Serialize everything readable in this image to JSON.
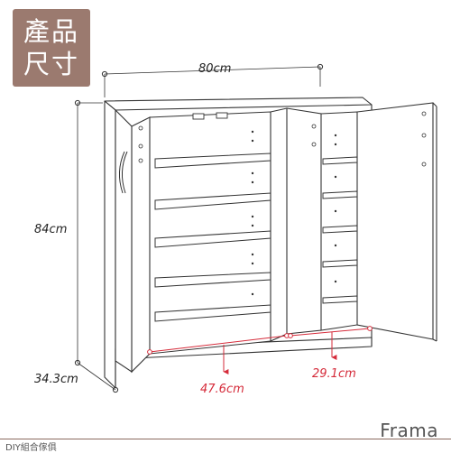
{
  "badge": {
    "line1": "產品",
    "line2": "尺寸"
  },
  "dimensions": {
    "width": "80cm",
    "height": "84cm",
    "depth": "34.3cm",
    "left_inner_depth": "47.6cm",
    "right_inner_depth": "29.1cm"
  },
  "footer": {
    "category": "DIY組合傢俱",
    "brand": "Frama"
  },
  "colors": {
    "badge": "#9b7a6f",
    "accent": "#d52b3a",
    "line": "#333333"
  }
}
